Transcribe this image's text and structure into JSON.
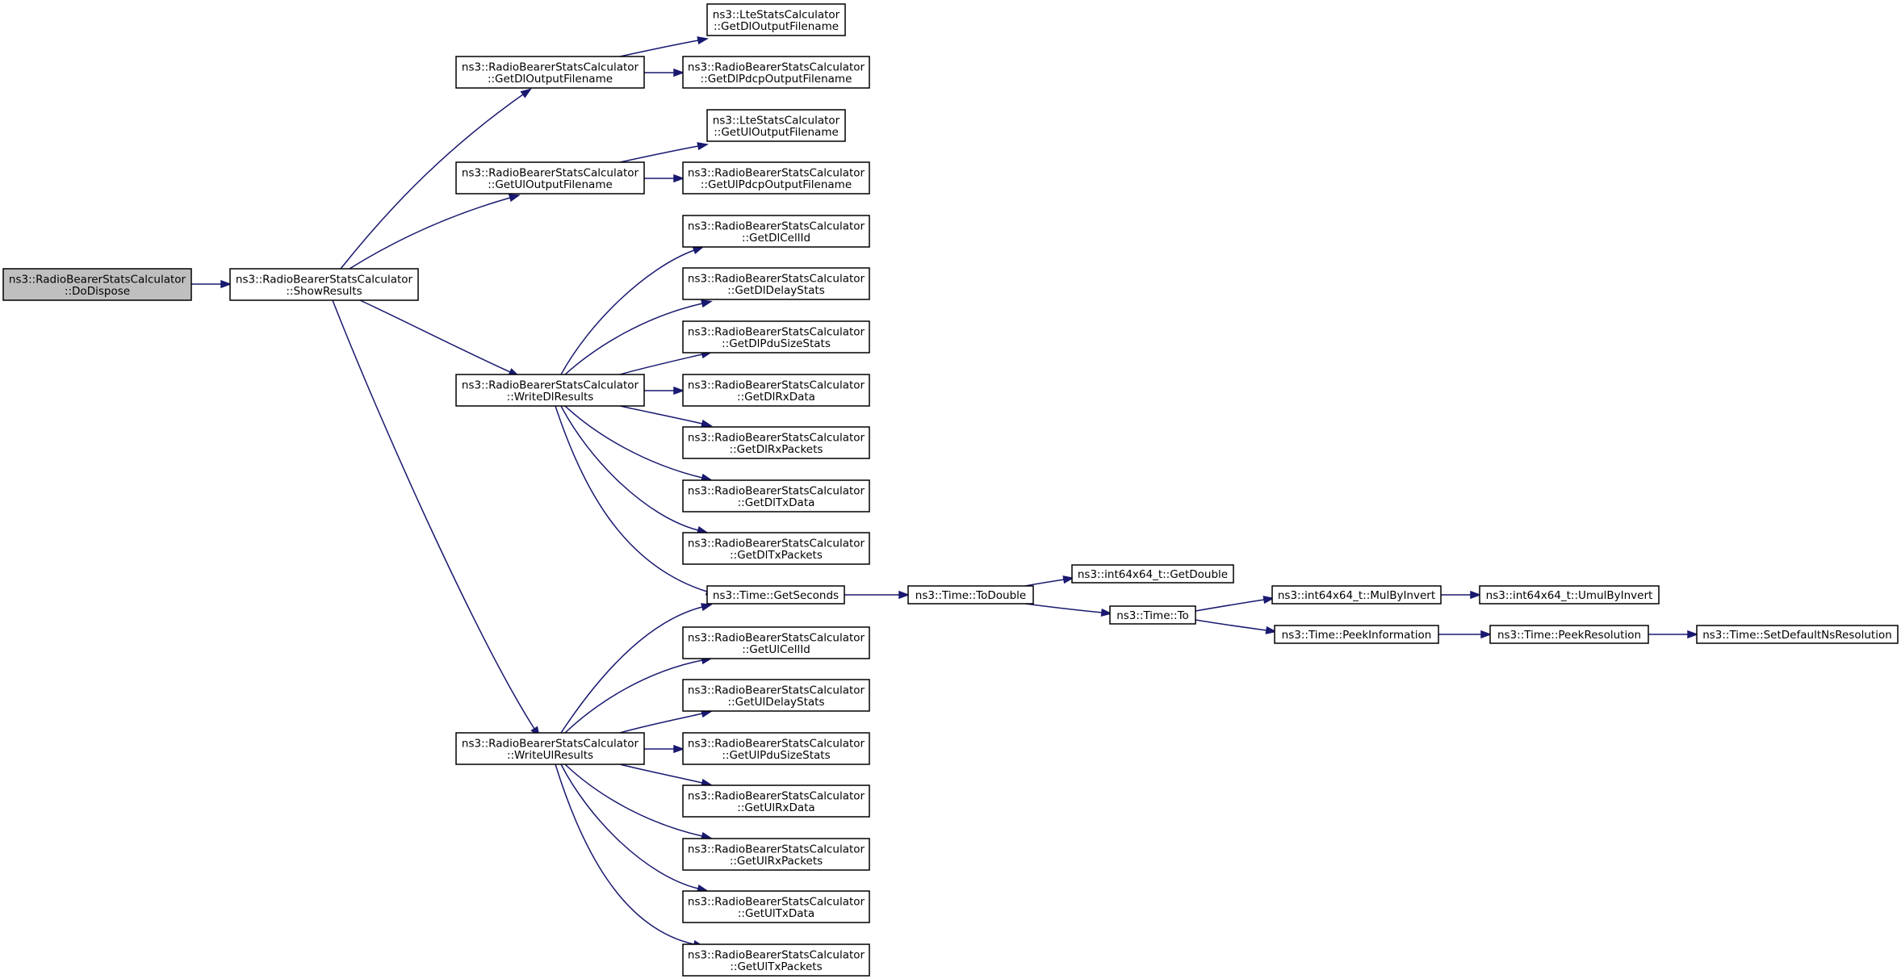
{
  "colors": {
    "root_fill": "#bfbfbf",
    "node_fill": "#ffffff",
    "node_stroke": "#000000",
    "edge": "#191970"
  },
  "nodes": [
    {
      "id": "dodispose",
      "lines": [
        "ns3::RadioBearerStatsCalculator",
        "::DoDispose"
      ],
      "root": true
    },
    {
      "id": "showresults",
      "lines": [
        "ns3::RadioBearerStatsCalculator",
        "::ShowResults"
      ]
    },
    {
      "id": "getdloutputfilename",
      "lines": [
        "ns3::RadioBearerStatsCalculator",
        "::GetDlOutputFilename"
      ]
    },
    {
      "id": "getuloutputfilename",
      "lines": [
        "ns3::RadioBearerStatsCalculator",
        "::GetUlOutputFilename"
      ]
    },
    {
      "id": "writedlresults",
      "lines": [
        "ns3::RadioBearerStatsCalculator",
        "::WriteDlResults"
      ]
    },
    {
      "id": "writeulresults",
      "lines": [
        "ns3::RadioBearerStatsCalculator",
        "::WriteUlResults"
      ]
    },
    {
      "id": "lte-getdloutputfilename",
      "lines": [
        "ns3::LteStatsCalculator",
        "::GetDlOutputFilename"
      ]
    },
    {
      "id": "getdlpdcpoutputfilename",
      "lines": [
        "ns3::RadioBearerStatsCalculator",
        "::GetDlPdcpOutputFilename"
      ]
    },
    {
      "id": "lte-getuloutputfilename",
      "lines": [
        "ns3::LteStatsCalculator",
        "::GetUlOutputFilename"
      ]
    },
    {
      "id": "getulpdcpoutputfilename",
      "lines": [
        "ns3::RadioBearerStatsCalculator",
        "::GetUlPdcpOutputFilename"
      ]
    },
    {
      "id": "getdlcellid",
      "lines": [
        "ns3::RadioBearerStatsCalculator",
        "::GetDlCellId"
      ]
    },
    {
      "id": "getdldelaystats",
      "lines": [
        "ns3::RadioBearerStatsCalculator",
        "::GetDlDelayStats"
      ]
    },
    {
      "id": "getdlpdusizestats",
      "lines": [
        "ns3::RadioBearerStatsCalculator",
        "::GetDlPduSizeStats"
      ]
    },
    {
      "id": "getdlrxdata",
      "lines": [
        "ns3::RadioBearerStatsCalculator",
        "::GetDlRxData"
      ]
    },
    {
      "id": "getdlrxpackets",
      "lines": [
        "ns3::RadioBearerStatsCalculator",
        "::GetDlRxPackets"
      ]
    },
    {
      "id": "getdltxdata",
      "lines": [
        "ns3::RadioBearerStatsCalculator",
        "::GetDlTxData"
      ]
    },
    {
      "id": "getdltxpackets",
      "lines": [
        "ns3::RadioBearerStatsCalculator",
        "::GetDlTxPackets"
      ]
    },
    {
      "id": "time-getseconds",
      "lines": [
        "ns3::Time::GetSeconds"
      ]
    },
    {
      "id": "getulcellid",
      "lines": [
        "ns3::RadioBearerStatsCalculator",
        "::GetUlCellId"
      ]
    },
    {
      "id": "getuldelaystats",
      "lines": [
        "ns3::RadioBearerStatsCalculator",
        "::GetUlDelayStats"
      ]
    },
    {
      "id": "getulpdusizestats",
      "lines": [
        "ns3::RadioBearerStatsCalculator",
        "::GetUlPduSizeStats"
      ]
    },
    {
      "id": "getulrxdata",
      "lines": [
        "ns3::RadioBearerStatsCalculator",
        "::GetUlRxData"
      ]
    },
    {
      "id": "getulrxpackets",
      "lines": [
        "ns3::RadioBearerStatsCalculator",
        "::GetUlRxPackets"
      ]
    },
    {
      "id": "getultxdata",
      "lines": [
        "ns3::RadioBearerStatsCalculator",
        "::GetUlTxData"
      ]
    },
    {
      "id": "getultxpackets",
      "lines": [
        "ns3::RadioBearerStatsCalculator",
        "::GetUlTxPackets"
      ]
    },
    {
      "id": "time-todouble",
      "lines": [
        "ns3::Time::ToDouble"
      ]
    },
    {
      "id": "int64x64-getdouble",
      "lines": [
        "ns3::int64x64_t::GetDouble"
      ]
    },
    {
      "id": "time-to",
      "lines": [
        "ns3::Time::To"
      ]
    },
    {
      "id": "int64x64-mulbyinvert",
      "lines": [
        "ns3::int64x64_t::MulByInvert"
      ]
    },
    {
      "id": "int64x64-umulbyinvert",
      "lines": [
        "ns3::int64x64_t::UmulByInvert"
      ]
    },
    {
      "id": "time-peekinformation",
      "lines": [
        "ns3::Time::PeekInformation"
      ]
    },
    {
      "id": "time-peekresolution",
      "lines": [
        "ns3::Time::PeekResolution"
      ]
    },
    {
      "id": "time-setdefaultnsresolution",
      "lines": [
        "ns3::Time::SetDefaultNsResolution"
      ]
    }
  ],
  "edges": [
    [
      "dodispose",
      "showresults"
    ],
    [
      "showresults",
      "getdloutputfilename"
    ],
    [
      "showresults",
      "getuloutputfilename"
    ],
    [
      "showresults",
      "writedlresults"
    ],
    [
      "showresults",
      "writeulresults"
    ],
    [
      "getdloutputfilename",
      "lte-getdloutputfilename"
    ],
    [
      "getdloutputfilename",
      "getdlpdcpoutputfilename"
    ],
    [
      "getuloutputfilename",
      "lte-getuloutputfilename"
    ],
    [
      "getuloutputfilename",
      "getulpdcpoutputfilename"
    ],
    [
      "writedlresults",
      "getdlcellid"
    ],
    [
      "writedlresults",
      "getdldelaystats"
    ],
    [
      "writedlresults",
      "getdlpdusizestats"
    ],
    [
      "writedlresults",
      "getdlrxdata"
    ],
    [
      "writedlresults",
      "getdlrxpackets"
    ],
    [
      "writedlresults",
      "getdltxdata"
    ],
    [
      "writedlresults",
      "getdltxpackets"
    ],
    [
      "writedlresults",
      "time-getseconds"
    ],
    [
      "writeulresults",
      "time-getseconds"
    ],
    [
      "writeulresults",
      "getulcellid"
    ],
    [
      "writeulresults",
      "getuldelaystats"
    ],
    [
      "writeulresults",
      "getulpdusizestats"
    ],
    [
      "writeulresults",
      "getulrxdata"
    ],
    [
      "writeulresults",
      "getulrxpackets"
    ],
    [
      "writeulresults",
      "getultxdata"
    ],
    [
      "writeulresults",
      "getultxpackets"
    ],
    [
      "time-getseconds",
      "time-todouble"
    ],
    [
      "time-todouble",
      "int64x64-getdouble"
    ],
    [
      "time-todouble",
      "time-to"
    ],
    [
      "time-to",
      "int64x64-mulbyinvert"
    ],
    [
      "time-to",
      "time-peekinformation"
    ],
    [
      "int64x64-mulbyinvert",
      "int64x64-umulbyinvert"
    ],
    [
      "time-peekinformation",
      "time-peekresolution"
    ],
    [
      "time-peekresolution",
      "time-setdefaultnsresolution"
    ]
  ]
}
